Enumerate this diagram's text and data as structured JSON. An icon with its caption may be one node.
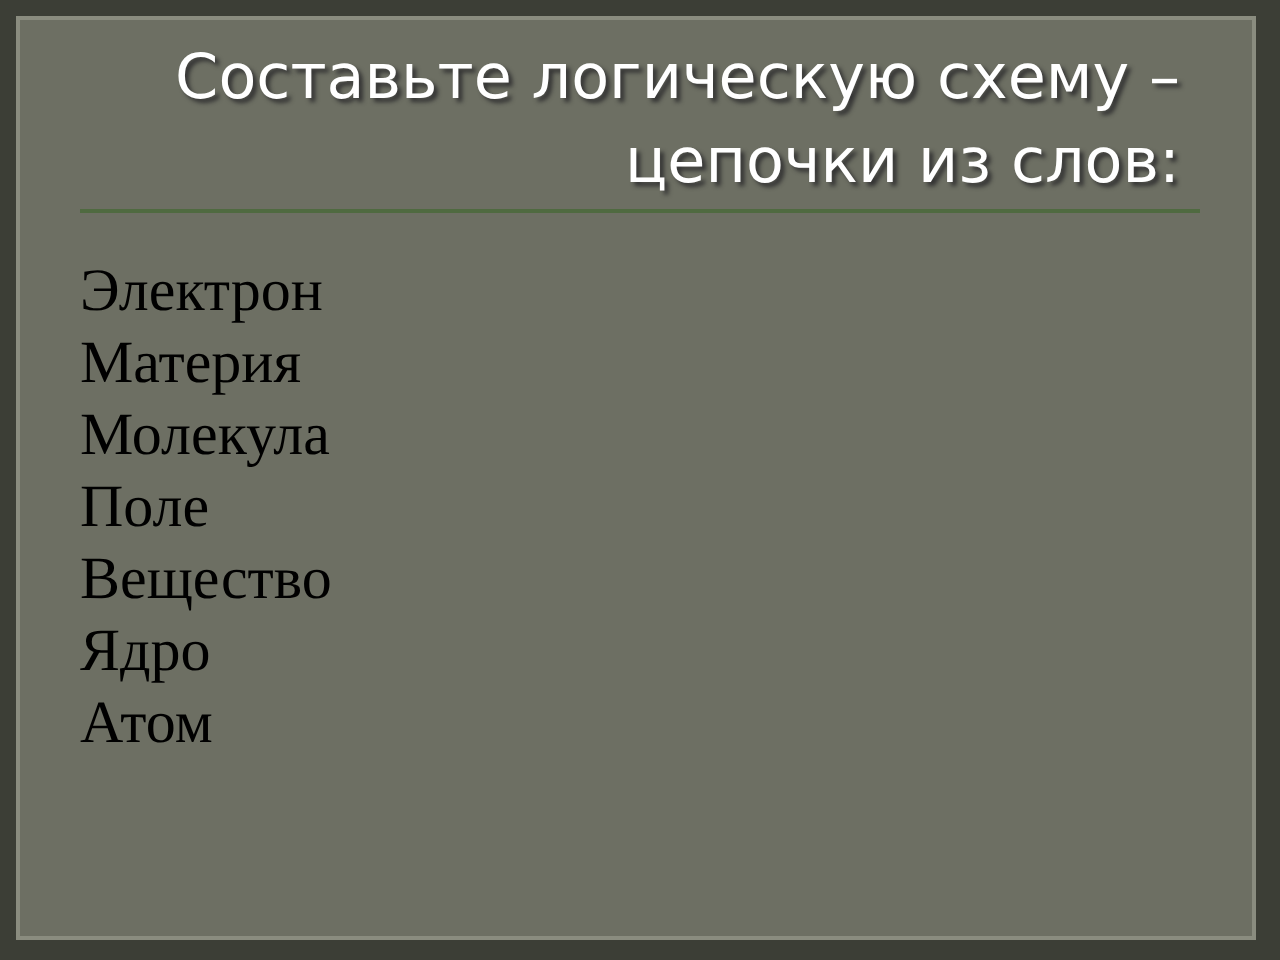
{
  "diagram": {
    "title": "Составьте логическую схему – цепочки из слов:",
    "labels": [
      "Электрон",
      "Материя",
      "Молекула",
      "Поле",
      "Вещество",
      "Ядро",
      "Атом"
    ]
  }
}
